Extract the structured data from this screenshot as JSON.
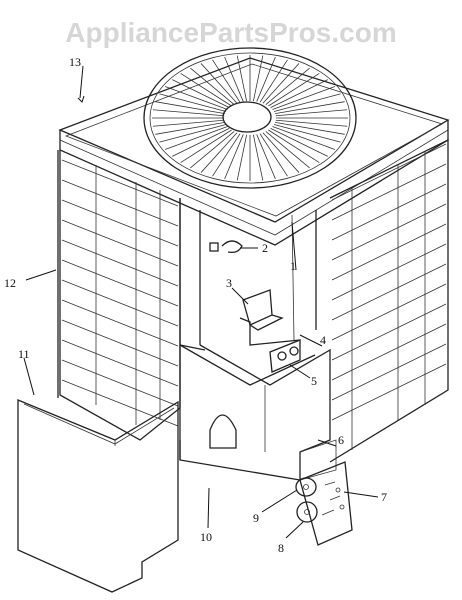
{
  "watermark": "AppliancePartsPros.com",
  "callouts": [
    {
      "id": "1",
      "label": "1"
    },
    {
      "id": "2",
      "label": "2"
    },
    {
      "id": "3",
      "label": "3"
    },
    {
      "id": "4",
      "label": "4"
    },
    {
      "id": "5",
      "label": "5"
    },
    {
      "id": "6",
      "label": "6"
    },
    {
      "id": "7",
      "label": "7"
    },
    {
      "id": "8",
      "label": "8"
    },
    {
      "id": "9",
      "label": "9"
    },
    {
      "id": "10",
      "label": "10"
    },
    {
      "id": "11",
      "label": "11"
    },
    {
      "id": "12",
      "label": "12"
    },
    {
      "id": "13",
      "label": "13"
    }
  ]
}
